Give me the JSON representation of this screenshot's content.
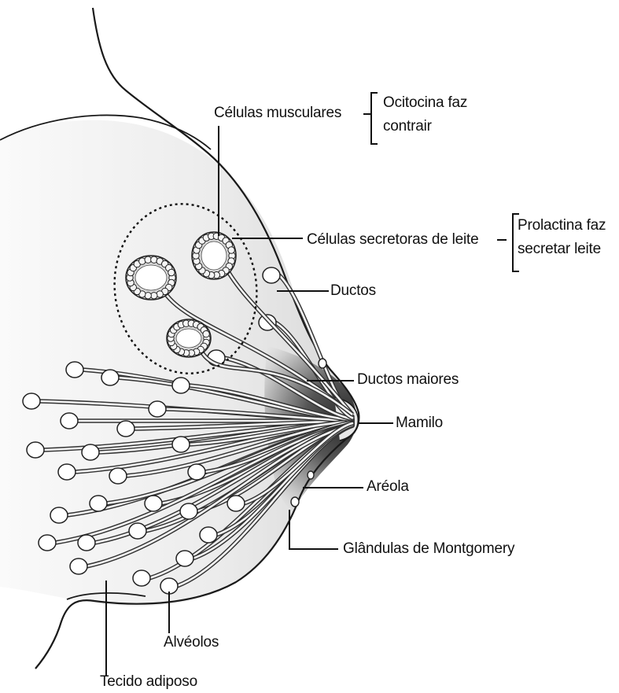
{
  "labels": {
    "celulas_musculares": "Células musculares",
    "ocitocina_line1": "Ocitocina faz",
    "ocitocina_line2": "contrair",
    "celulas_secretoras": "Células secretoras de leite",
    "prolactina_line1": "Prolactina faz",
    "prolactina_line2": "secretar leite",
    "ductos": "Ductos",
    "ductos_maiores": "Ductos maiores",
    "mamilo": "Mamilo",
    "areola": "Aréola",
    "glandulas": "Glândulas de Montgomery",
    "alveolos": "Alvéolos",
    "tecido_adiposo": "Tecido adiposo"
  },
  "colors": {
    "outline": "#1a1a1a",
    "fill": "#f2f2f2",
    "areola_dark": "#4a4a4a"
  }
}
